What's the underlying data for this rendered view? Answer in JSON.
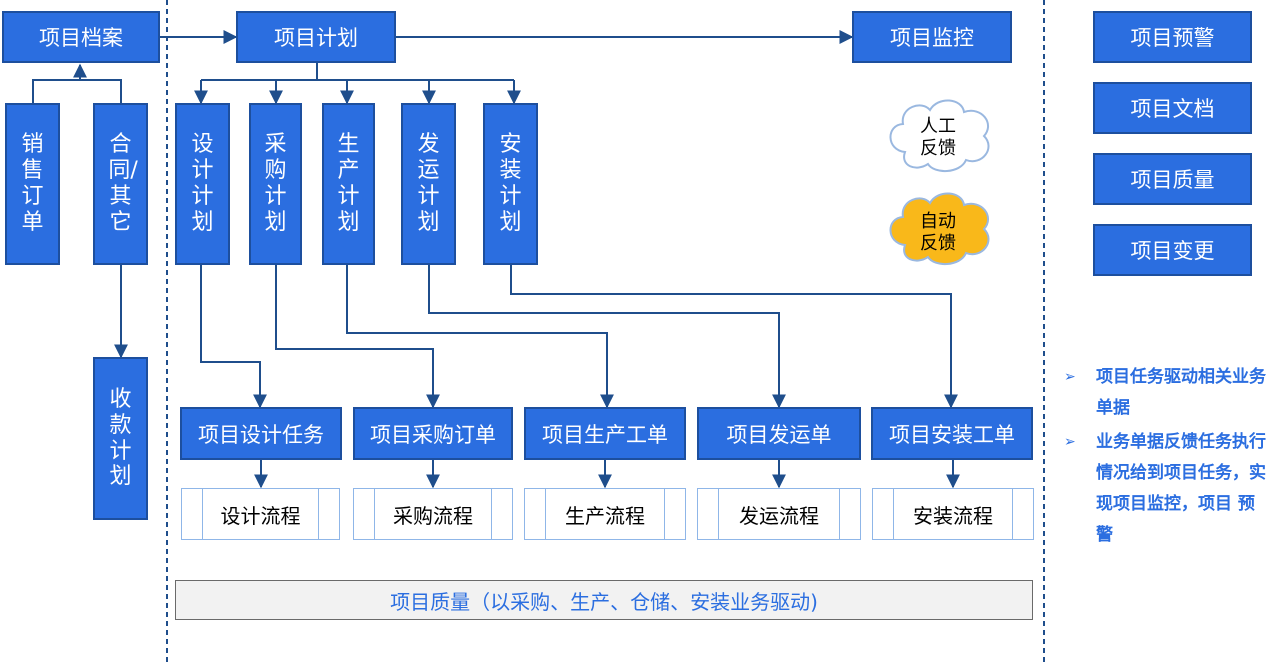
{
  "colors": {
    "box_fill": "#2b6ee0",
    "box_border": "#1d4f9e",
    "arrow": "#1f4e8c",
    "divider": "#1f4e8c",
    "cloud_manual": "#ffffff",
    "cloud_auto": "#f9b81a",
    "accent_text": "#2b6ee0"
  },
  "header": {
    "archive": "项目档案",
    "plan": "项目计划",
    "monitor": "项目监控"
  },
  "inputs": {
    "sales_order": "销售订单",
    "contract_other": "合同/其它",
    "collection_plan": "收款计划"
  },
  "plans": {
    "design": "设计计划",
    "purchase": "采购计划",
    "production": "生产计划",
    "shipping": "发运计划",
    "install": "安装计划"
  },
  "tasks": {
    "design": "项目设计任务",
    "purchase": "项目采购订单",
    "production": "项目生产工单",
    "shipping": "项目发运单",
    "install": "项目安装工单"
  },
  "flows": {
    "design": "设计流程",
    "purchase": "采购流程",
    "production": "生产流程",
    "shipping": "发运流程",
    "install": "安装流程"
  },
  "feedback": {
    "manual_line1": "人工",
    "manual_line2": "反馈",
    "auto_line1": "自动",
    "auto_line2": "反馈",
    "manual_icon": "cloud-icon",
    "auto_icon": "cloud-icon"
  },
  "quality_bar": "项目质量（以采购、生产、仓储、安装业务驱动)",
  "sidebar": {
    "items": [
      "项目预警",
      "项目文档",
      "项目质量",
      "项目变更"
    ]
  },
  "bullets": {
    "marker": "➢",
    "items": [
      "项目任务驱动相关业务单据",
      "业务单据反馈任务执行情况给到项目任务，实现项目监控，项目 预警"
    ]
  }
}
